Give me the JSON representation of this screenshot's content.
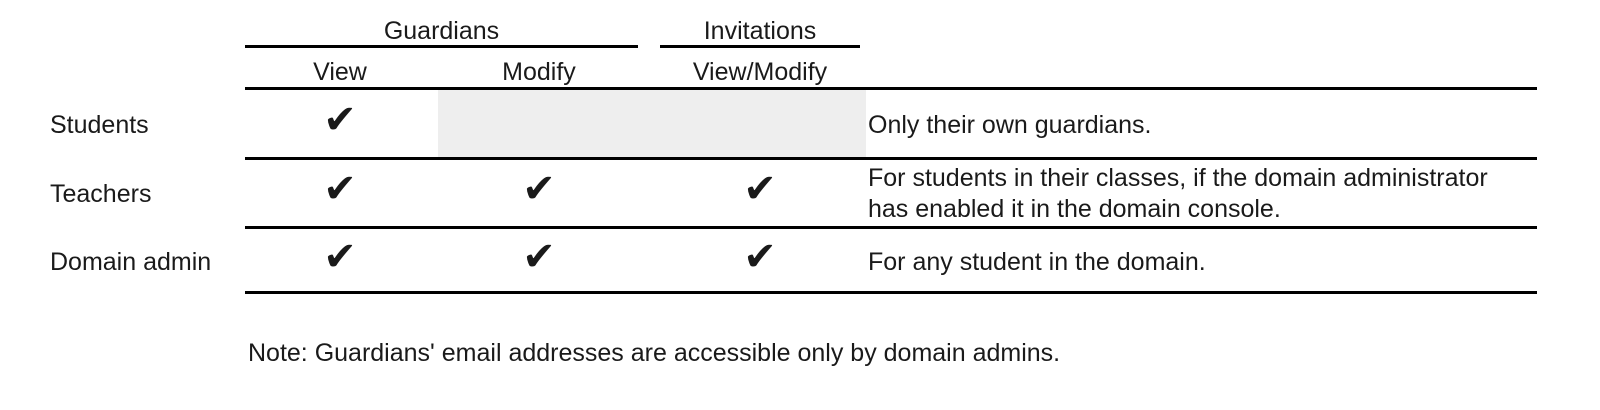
{
  "table": {
    "column_groups": [
      {
        "label": "Guardians",
        "span": 2
      },
      {
        "label": "Invitations",
        "span": 1
      }
    ],
    "columns": [
      {
        "label": "View"
      },
      {
        "label": "Modify"
      },
      {
        "label": "View/Modify"
      }
    ],
    "notes_column_header": "",
    "rows": [
      {
        "label": "Students",
        "view": "✔",
        "modify": "",
        "modify_disabled": true,
        "invitations": "",
        "invitations_disabled": true,
        "note": "Only their own guardians."
      },
      {
        "label": "Teachers",
        "view": "✔",
        "modify": "✔",
        "modify_disabled": false,
        "invitations": "✔",
        "invitations_disabled": false,
        "note": "For students in their classes, if the domain administrator has enabled it in the domain console."
      },
      {
        "label": "Domain admin",
        "view": "✔",
        "modify": "✔",
        "modify_disabled": false,
        "invitations": "✔",
        "invitations_disabled": false,
        "note": "For any student in the domain."
      }
    ]
  },
  "footnote": "Note: Guardians' email addresses are accessible only by domain admins.",
  "colors": {
    "text": "#1a1a1a",
    "rule": "#000000",
    "disabled_cell": "#eeeeee",
    "background": "#ffffff"
  },
  "icons": {
    "check": "✔"
  }
}
